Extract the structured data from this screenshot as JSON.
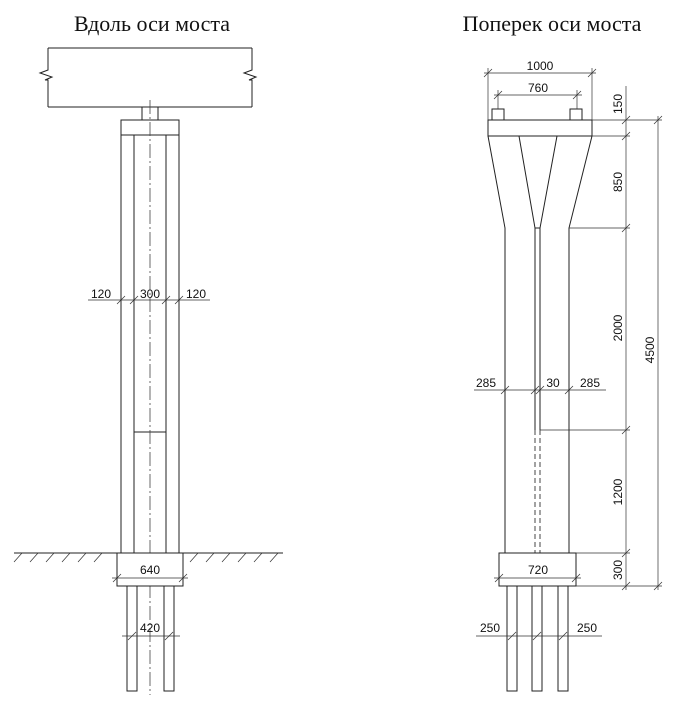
{
  "titles": {
    "left": "Вдоль оси моста",
    "right": "Поперек оси моста"
  },
  "left_view": {
    "dims": {
      "col_left": "120",
      "col_mid": "300",
      "col_right": "120",
      "footing": "640",
      "piles": "420"
    }
  },
  "right_view": {
    "dims": {
      "cap_width": "1000",
      "bearings": "760",
      "cap_height": "150",
      "taper": "850",
      "upper": "2000",
      "total": "4500",
      "lower": "1200",
      "footing_height": "300",
      "leg_left": "285",
      "gap": "30",
      "leg_right": "285",
      "footing_width": "720",
      "pile_left": "250",
      "pile_right": "250"
    }
  }
}
